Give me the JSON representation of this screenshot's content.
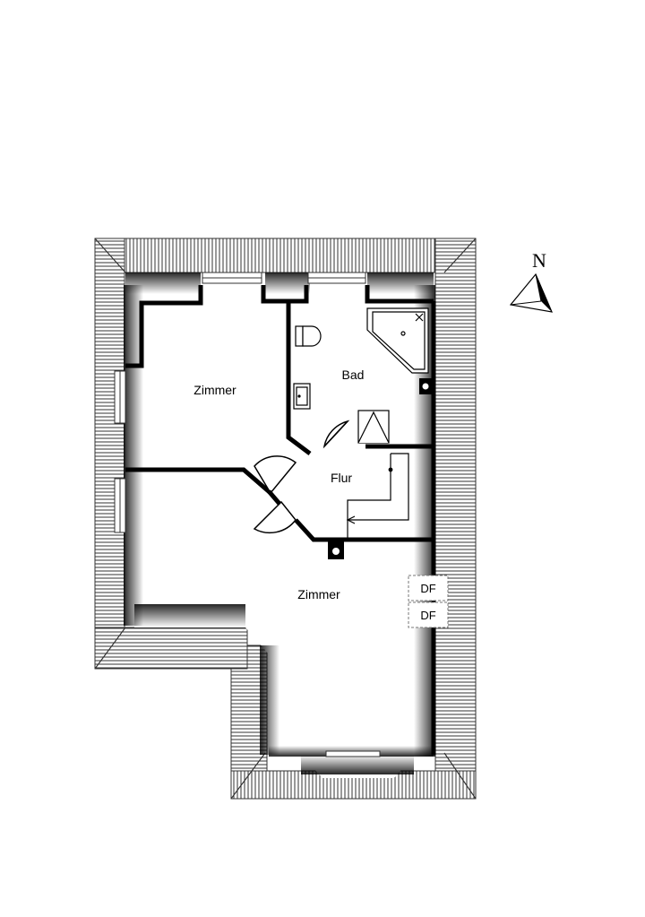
{
  "rooms": [
    {
      "id": "zimmer-nw",
      "label": "Zimmer"
    },
    {
      "id": "bad",
      "label": "Bad"
    },
    {
      "id": "flur",
      "label": "Flur"
    },
    {
      "id": "zimmer-south",
      "label": "Zimmer"
    }
  ],
  "roof_windows": [
    {
      "label": "DF"
    },
    {
      "label": "DF"
    }
  ],
  "north_arrow": {
    "label": "N"
  },
  "icons": [
    "north-arrow-icon",
    "toilet-icon",
    "sink-icon",
    "corner-shower-icon",
    "stair-skylight-icon",
    "chimney-icon"
  ]
}
